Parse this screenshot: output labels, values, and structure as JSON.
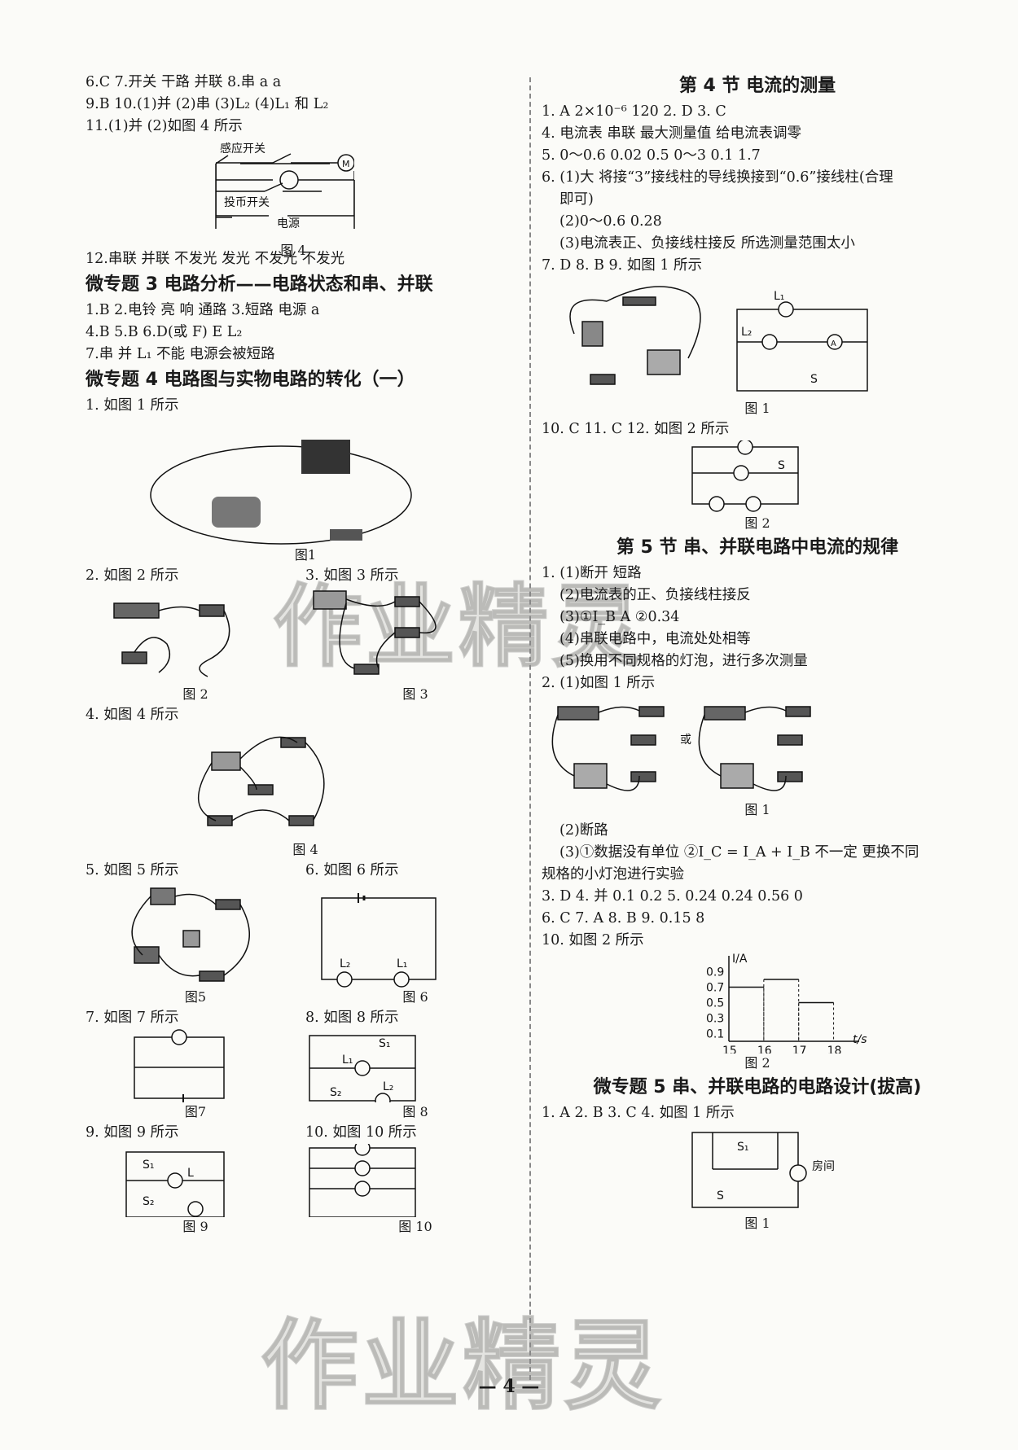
{
  "left": {
    "lines1": [
      "6.C  7.开关  干路  并联  8.串  a  a",
      "9.B  10.(1)并  (2)串  (3)L₂  (4)L₁ 和 L₂",
      "11.(1)并  (2)如图 4 所示"
    ],
    "fig_a": {
      "caption": "图 4",
      "labels": [
        "感应开关",
        "投币开关",
        "电源",
        "M"
      ]
    },
    "line12": "12.串联  并联  不发光  发光  不发光  不发光",
    "sec3": {
      "title": "微专题 3  电路分析——电路状态和串、并联",
      "lines": [
        "1.B  2.电铃  亮  响  通路  3.短路  电源  a",
        "4.B  5.B  6.D(或 F)  E  L₂",
        "7.串  并  L₁  不能  电源会被短路"
      ]
    },
    "sec4": {
      "title": "微专题 4  电路图与实物电路的转化（一）",
      "line1": "1. 如图 1 所示"
    },
    "figs": {
      "f1": "图1",
      "q2": "2. 如图 2 所示",
      "q3": "3. 如图 3 所示",
      "f2": "图 2",
      "f3": "图 3",
      "q4": "4. 如图 4 所示",
      "f4": "图 4",
      "q5": "5. 如图 5 所示",
      "q6": "6. 如图 6 所示",
      "f5": "图5",
      "f6": "图 6",
      "q7": "7. 如图 7 所示",
      "q8": "8. 如图 8 所示",
      "f7": "图7",
      "f8": "图 8",
      "q9": "9. 如图 9 所示",
      "q10": "10. 如图 10 所示",
      "f9": "图 9",
      "f10": "图 10"
    }
  },
  "right": {
    "sec_s4": {
      "title": "第 4 节   电流的测量",
      "lines": [
        "1. A  2×10⁻⁶  120  2. D  3. C",
        "4. 电流表   串联   最大测量值   给电流表调零",
        "5. 0～0.6  0.02  0.5  0～3  0.1  1.7",
        "6. (1)大   将接“3”接线柱的导线换接到“0.6”接线柱(合理",
        "即可)",
        "(2)0～0.6   0.28",
        "(3)电流表正、负接线柱接反   所选测量范围太小",
        "7. D   8. B   9. 如图 1 所示"
      ],
      "f1": "图 1",
      "line10": "10. C   11. C   12. 如图 2 所示",
      "f2": "图 2"
    },
    "sec_s5": {
      "title": "第 5 节   串、并联电路中电流的规律",
      "lines": [
        "1. (1)断开   短路",
        "(2)电流表的正、负接线柱接反",
        "(3)①I_B  A  ②0.34",
        "(4)串联电路中，电流处处相等",
        "(5)换用不同规格的灯泡，进行多次测量",
        "2. (1)如图 1 所示"
      ],
      "or": "或",
      "f1": "图 1",
      "lines2": [
        "(2)断路",
        "(3)①数据没有单位   ②I_C = I_A + I_B   不一定   更换不同",
        "规格的小灯泡进行实验",
        "3. D   4. 并   0.1   0.2   5. 0.24   0.24   0.56   0",
        "6. C   7. A   8. B   9. 0.15   8",
        "10. 如图 2 所示"
      ],
      "f2": "图 2"
    },
    "sec_m5": {
      "title": "微专题 5   串、并联电路的电路设计(拔高)",
      "line": "1. A   2. B   3. C   4. 如图 1 所示",
      "f1": "图 1",
      "room": "房间"
    }
  },
  "page_number": "— 4 —",
  "watermark": "作业精灵",
  "chart_data": {
    "type": "bar",
    "ylabel": "I/A",
    "xlabel": "t/s",
    "x_ticks": [
      "15",
      "16",
      "17",
      "18"
    ],
    "y_ticks": [
      "0.1",
      "0.3",
      "0.5",
      "0.7",
      "0.9"
    ],
    "intervals": [
      {
        "from": 15,
        "to": 16,
        "value": 0.7
      },
      {
        "from": 16,
        "to": 17,
        "value": 0.8
      },
      {
        "from": 17,
        "to": 18,
        "value": 0.5
      }
    ],
    "ylim": [
      0,
      1.0
    ],
    "xlim": [
      15,
      18.5
    ]
  }
}
